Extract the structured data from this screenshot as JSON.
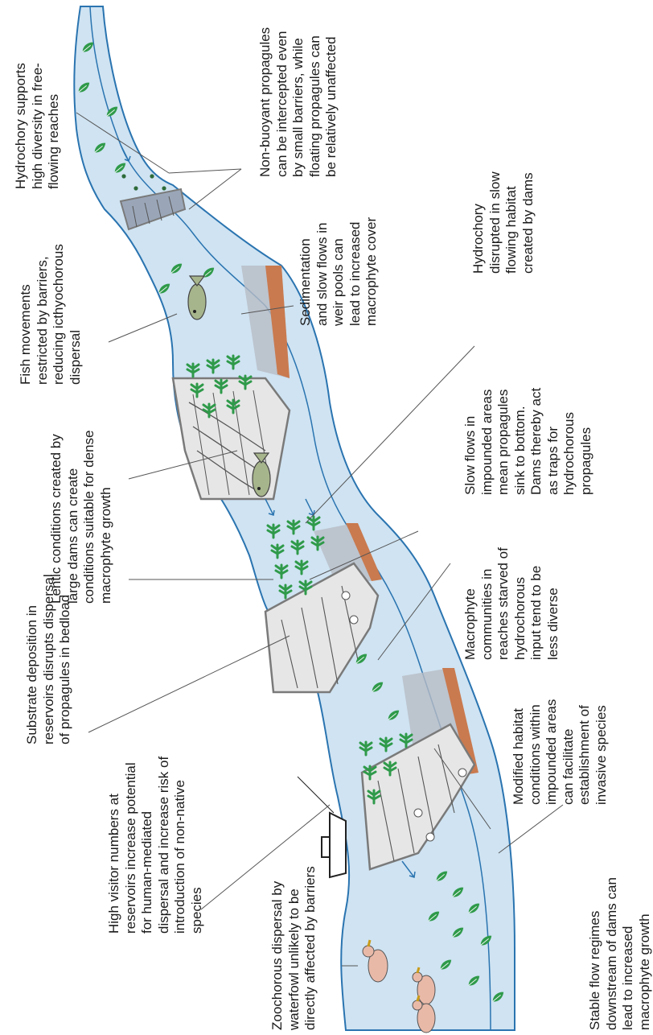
{
  "annotations": {
    "hydrochory_free_flowing": [
      "Hydrochory supports",
      "high diversity in free-",
      "flowing reaches"
    ],
    "non_buoyant": [
      "Non-buoyant propagules",
      "can be intercepted even",
      "by small barriers, while",
      "floating propagules can",
      "be relatively unaffected"
    ],
    "fish_movements": [
      "Fish movements",
      "restricted by barriers,",
      "reducing icthyochorous",
      "dispersal"
    ],
    "sedimentation": [
      "Sedimentation",
      "and slow flows in",
      "weir pools can",
      "lead to increased",
      "macrophyte cover"
    ],
    "hydrochory_disrupted": [
      "Hydrochory",
      "disrupted in slow",
      "flowing habitat",
      "created by dams"
    ],
    "lentic": [
      "Lentic conditions created by",
      "large dams can create",
      "conditions suitable for dense",
      "macrophyte growth"
    ],
    "slow_flows": [
      "Slow flows in",
      "impounded areas",
      "mean propagules",
      "sink to bottom.",
      "Dams thereby act",
      "as traps for",
      "hydrochorous",
      "propagules"
    ],
    "substrate": [
      "Substrate deposition in",
      "reservoirs disrupts dispersal",
      "of propagules in bedload"
    ],
    "starved": [
      "Macrophyte",
      "communities in",
      "reaches starved of",
      "hydrochorous",
      "input tend to be",
      "less diverse"
    ],
    "visitors": [
      "High visitor numbers at",
      "reservoirs increase potential",
      "for human-mediated",
      "dispersal and increase risk of",
      "introduction of non-native",
      "species"
    ],
    "modified": [
      "Modified habitat",
      "conditions within",
      "impounded areas",
      "can facilitate",
      "establishment of",
      "invasive species"
    ],
    "zoochorous": [
      "Zoochorous dispersal by",
      "waterfowl unlikely to be",
      "directly affected by barriers"
    ],
    "stable_flow": [
      "Stable flow regimes",
      "downstream of dams can",
      "lead to increased",
      "macrophyte growth"
    ]
  },
  "colors": {
    "water": "#cfe3f2",
    "river_edge": "#2a74b0",
    "dam_fill": "#e6e6e6",
    "dam_stroke": "#7a7a7a",
    "plant": "#2f9a4a",
    "bank": "#c97a4f",
    "sediment": "#b7bcc4",
    "fish": "#a7b58c",
    "duck": "#e9b9a8"
  }
}
